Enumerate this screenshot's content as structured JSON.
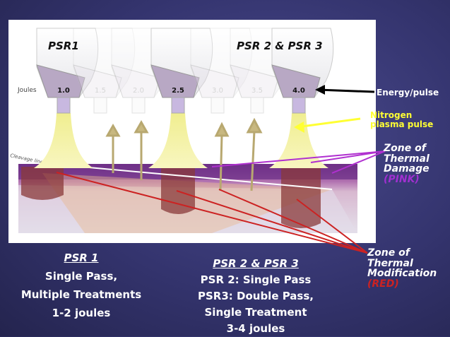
{
  "illustration": {
    "headings": {
      "psr1": "PSR1",
      "psr23": "PSR 2 & PSR 3"
    },
    "joules_label": "Joules",
    "energy_levels": [
      {
        "value": "1.0",
        "active": true
      },
      {
        "value": "1.5",
        "active": false
      },
      {
        "value": "2.0",
        "active": false
      },
      {
        "value": "2.5",
        "active": true
      },
      {
        "value": "3.0",
        "active": false
      },
      {
        "value": "3.5",
        "active": false
      },
      {
        "value": "4.0",
        "active": true
      }
    ],
    "cleavage_label": "Cleavage line"
  },
  "callouts": {
    "energy": "Energy/pulse",
    "nitrogen_line1": "Nitrogen",
    "nitrogen_line2": "plasma pulse",
    "damage_line1": "Zone of",
    "damage_line2": "Thermal",
    "damage_line3": "Damage",
    "damage_color": "(PINK)",
    "modification_line1": "Zone of",
    "modification_line2": "Thermal",
    "modification_line3": "Modification",
    "modification_color": "(RED)"
  },
  "bottom_left": {
    "title": "PSR 1",
    "line1": "Single Pass,",
    "line2": "Multiple Treatments",
    "line3": "1-2 joules"
  },
  "bottom_right": {
    "title": "PSR 2 & PSR 3",
    "line1": "PSR 2: Single Pass",
    "line2": "PSR3: Double Pass,",
    "line3": "Single Treatment",
    "line4": "3-4 joules"
  },
  "colors": {
    "background": "#34346e",
    "nitrogen": "#ffff33",
    "pink": "#a020c0",
    "red": "#cc2222"
  }
}
